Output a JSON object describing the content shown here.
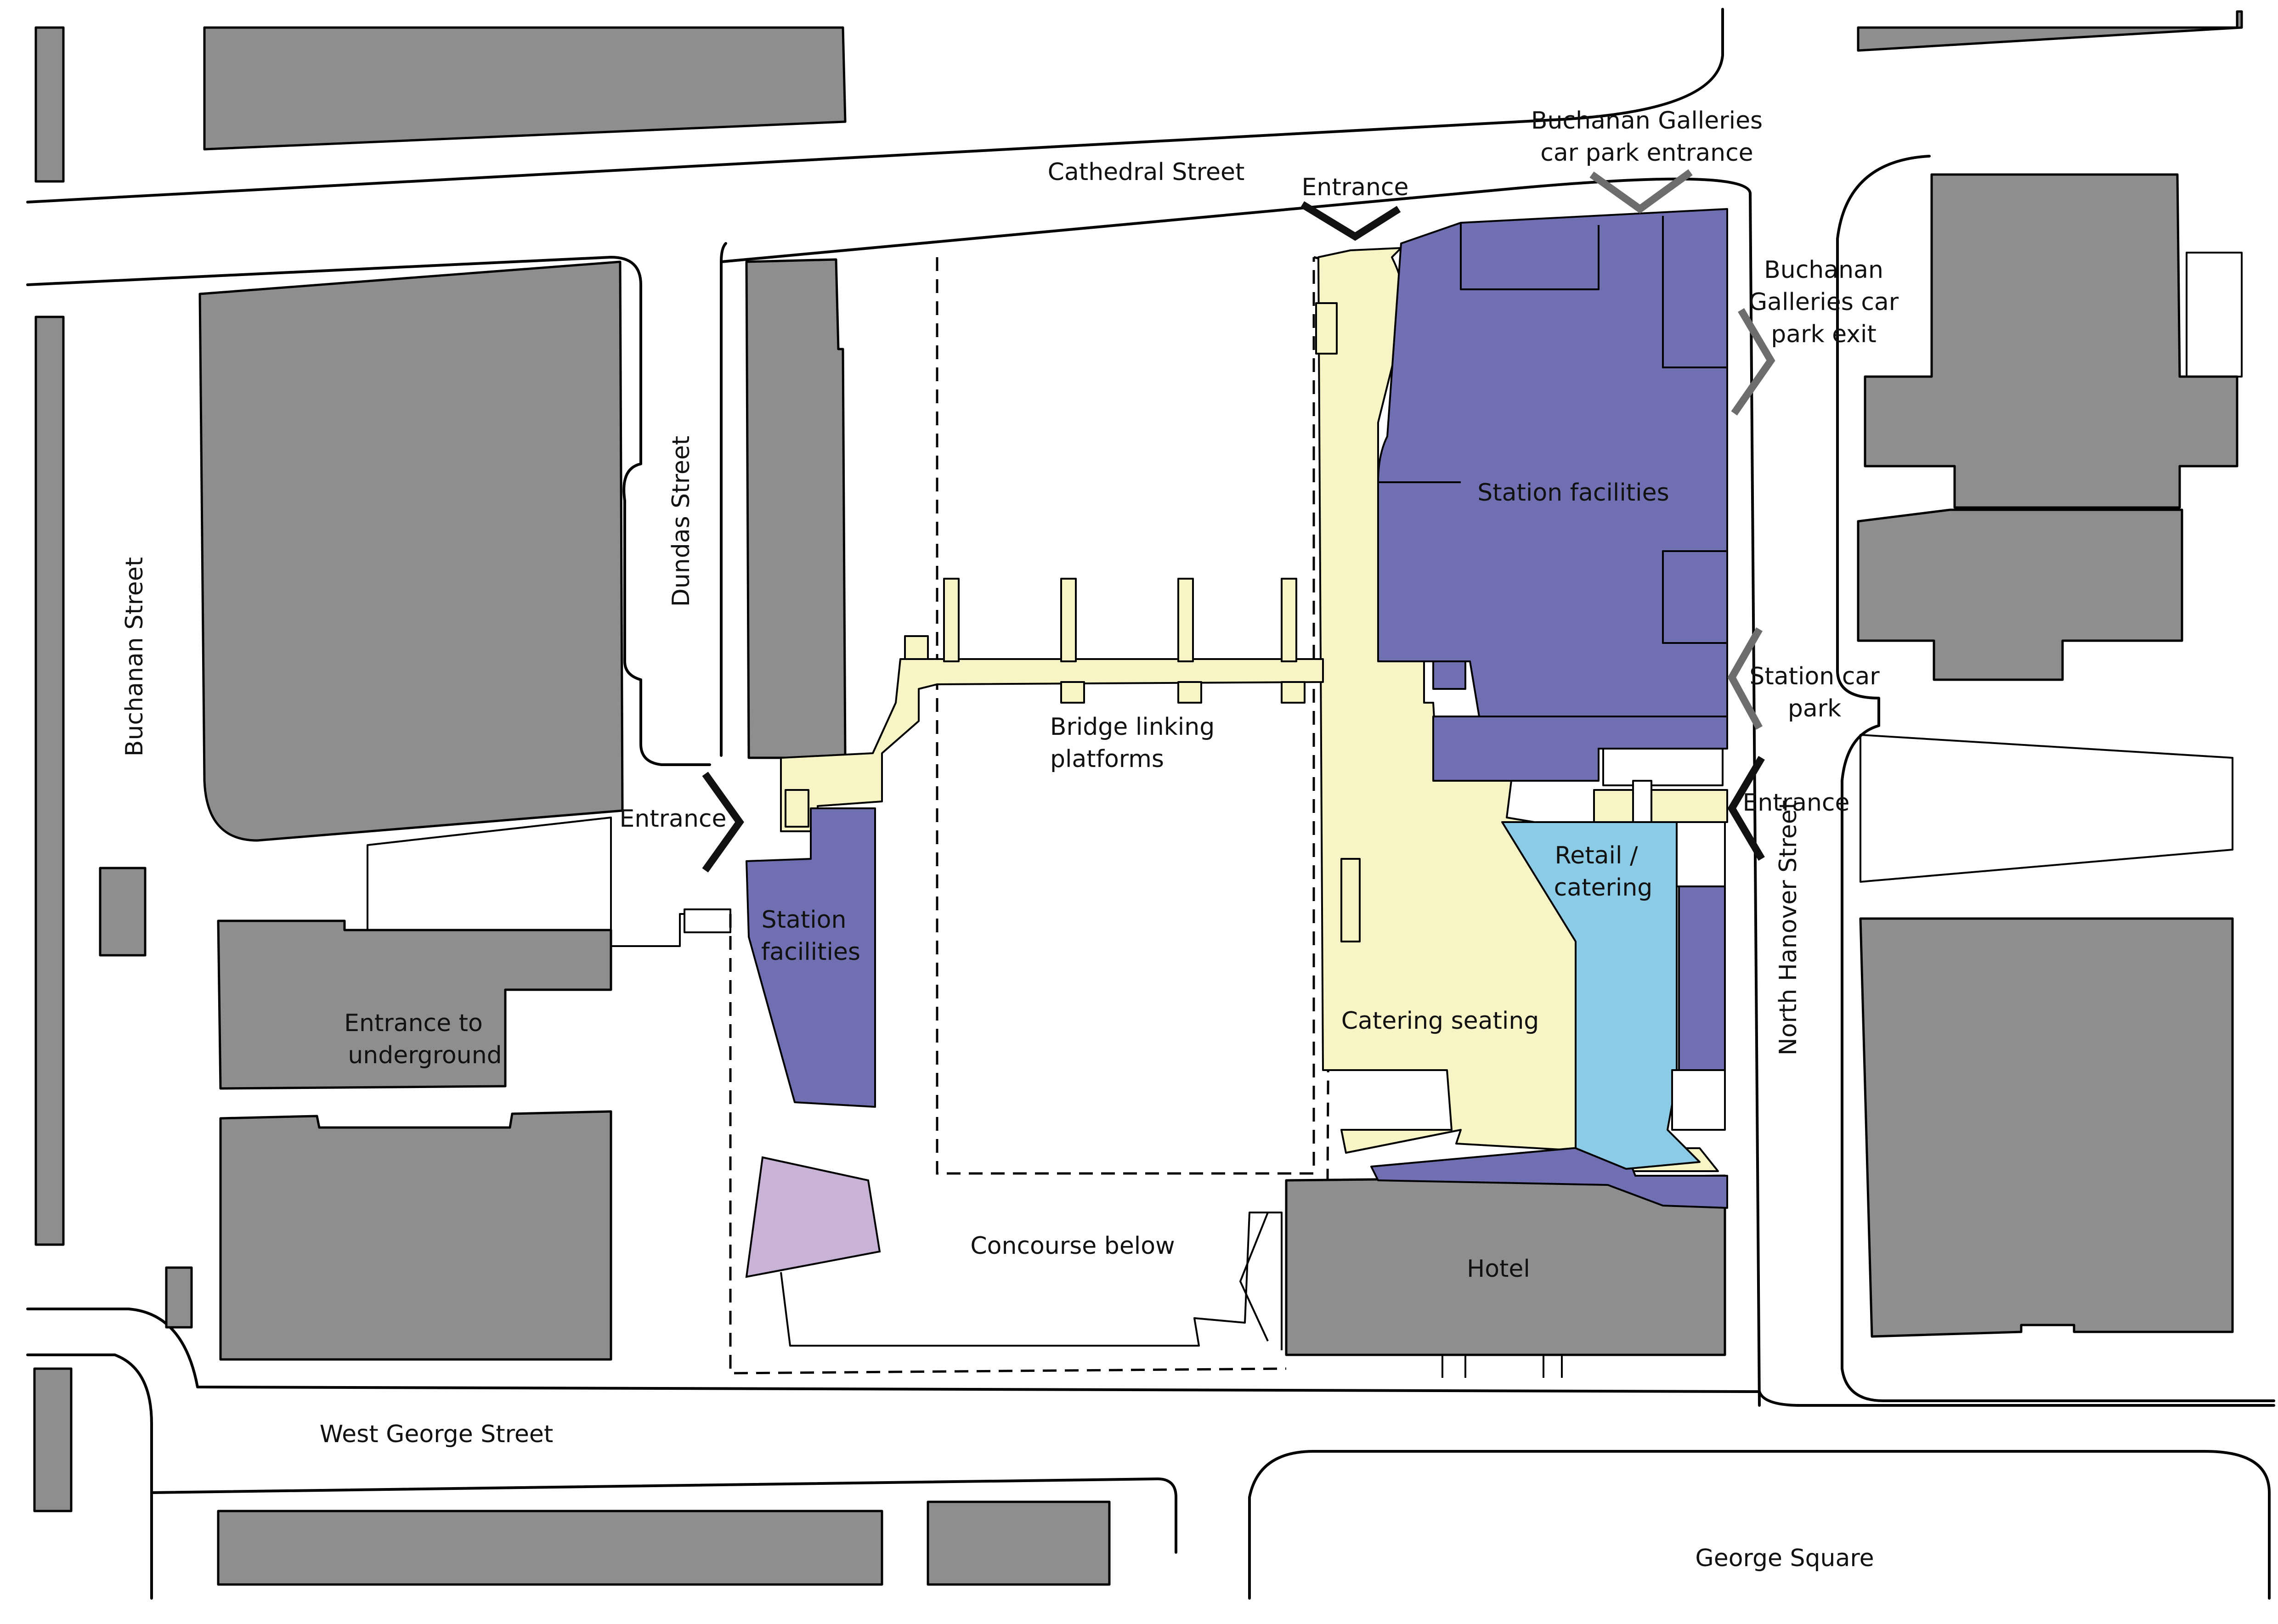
{
  "streets": {
    "cathedral": "Cathedral Street",
    "buchanan": "Buchanan Street",
    "dundas": "Dundas Street",
    "west_george": "West George Street",
    "north_hanover": "North Hanover Street",
    "george_square": "George Square"
  },
  "labels": {
    "entrance_north": "Entrance",
    "entrance_west": "Entrance",
    "entrance_east": "Entrance",
    "galleries_entrance_line1": "Buchanan Galleries",
    "galleries_entrance_line2": "car park entrance",
    "galleries_exit_line1": "Buchanan",
    "galleries_exit_line2": "Galleries car",
    "galleries_exit_line3": "park exit",
    "station_car_line1": "Station car",
    "station_car_line2": "park",
    "station_facilities_main": "Station facilities",
    "station_facilities_west_line1": "Station",
    "station_facilities_west_line2": "facilities",
    "bridge_line1": "Bridge linking",
    "bridge_line2": "platforms",
    "retail_line1": "Retail /",
    "retail_line2": "catering",
    "catering_seating": "Catering seating",
    "concourse": "Concourse below",
    "hotel": "Hotel",
    "underground_line1": "Entrance to",
    "underground_line2": "underground"
  },
  "legend_colors": {
    "building": "#8e8e90",
    "station_facilities": "#6f6fb2",
    "circulation": "#f7f4c5",
    "retail_catering": "#8ccbe6",
    "other_use": "#c8b2d6",
    "entrance_marker": "#111111",
    "car_park_marker": "#6d6d6f"
  }
}
